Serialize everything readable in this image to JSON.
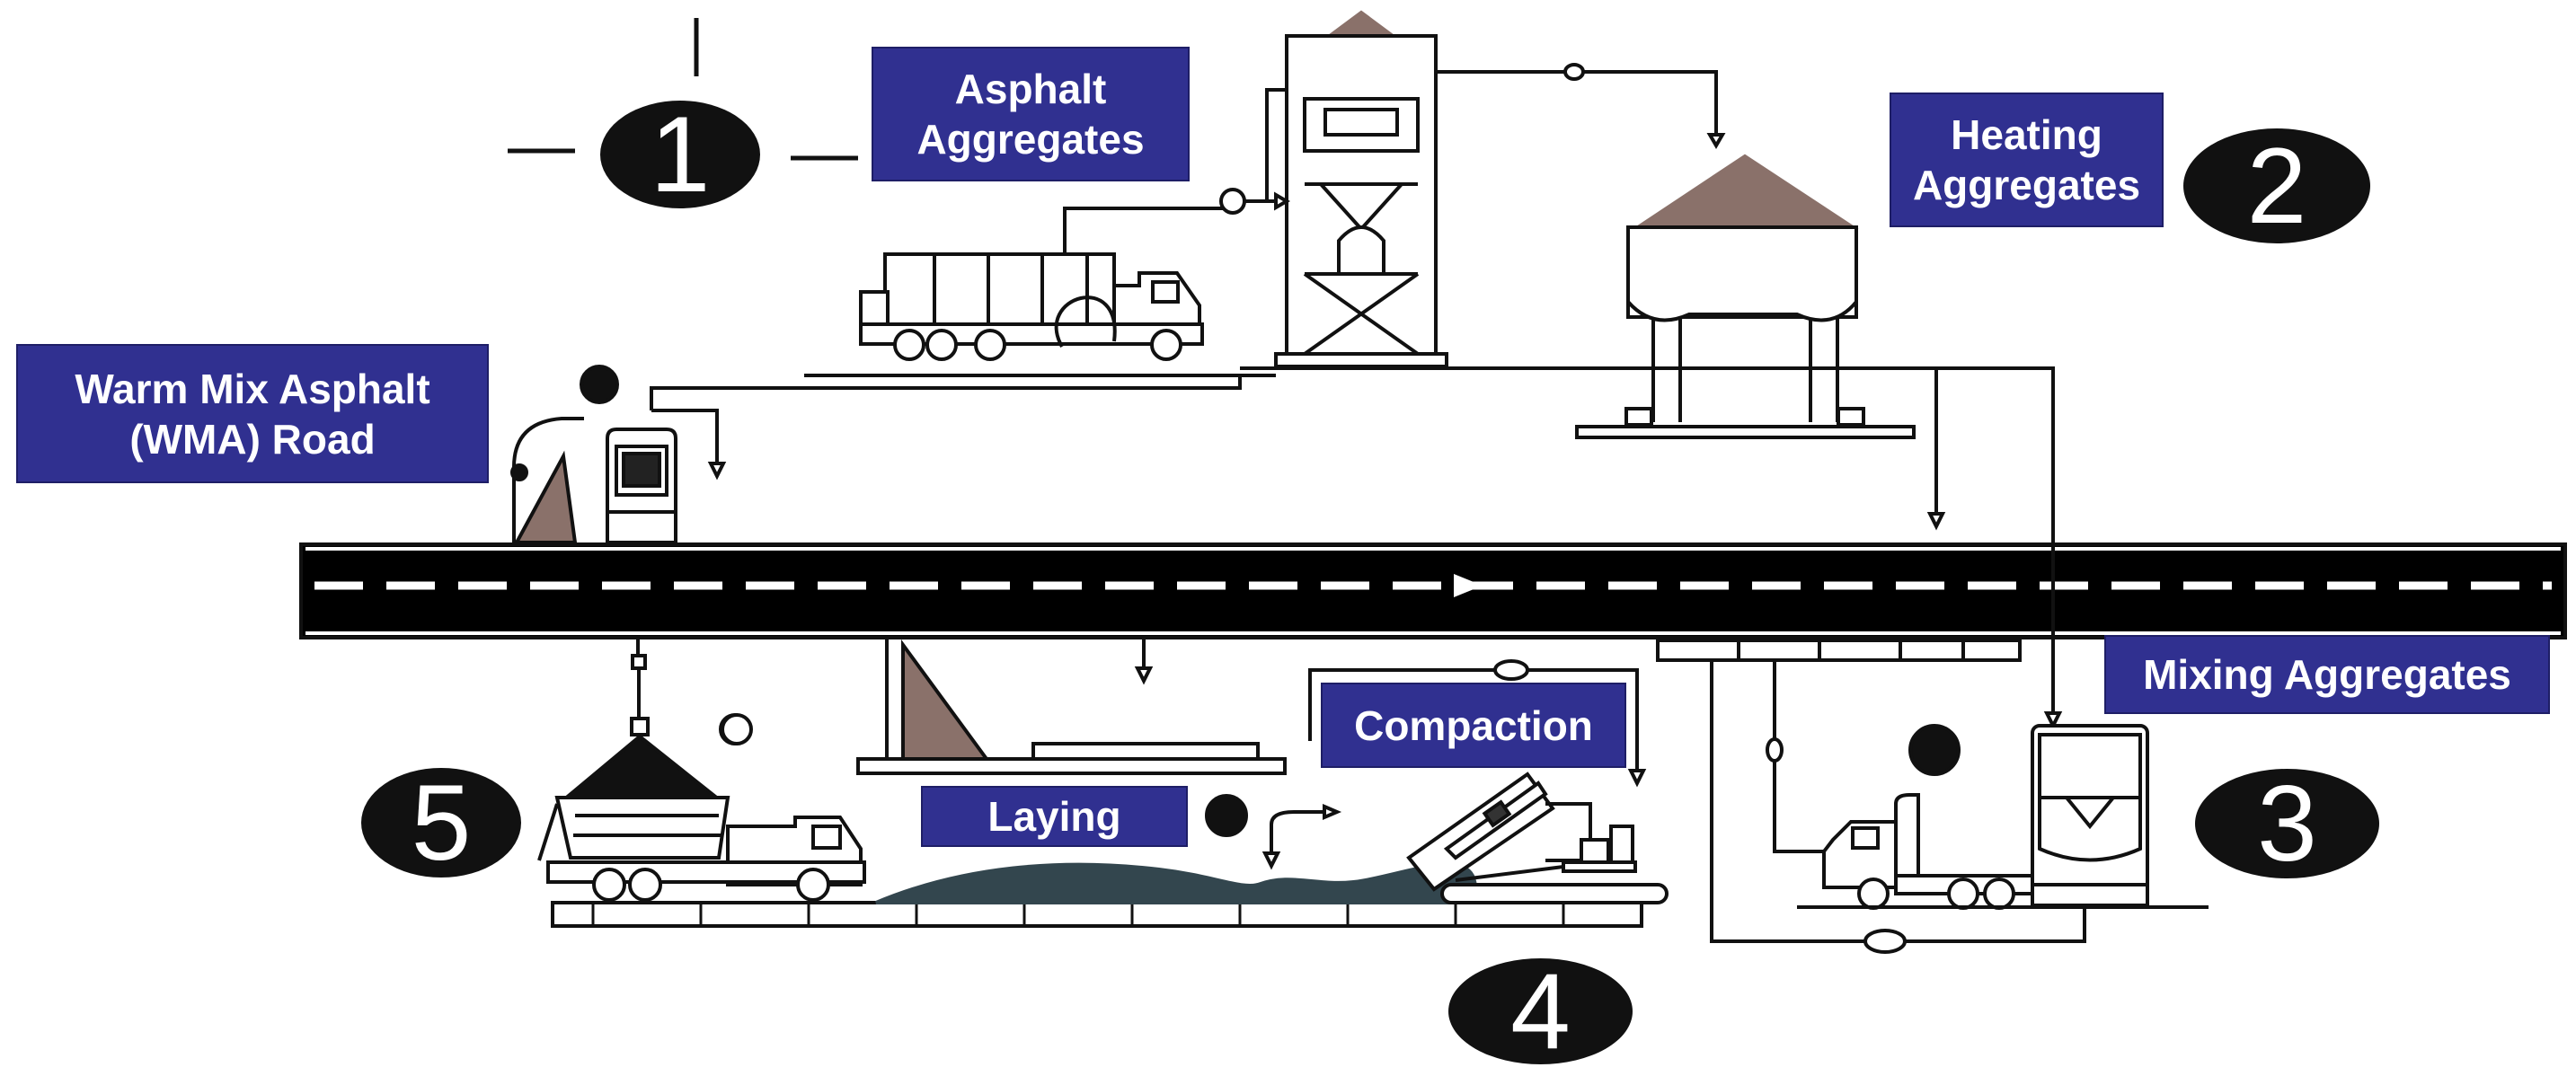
{
  "diagram": {
    "labels": {
      "asphalt_aggregates": "Asphalt\nAggregates",
      "heating_aggregates": "Heating\nAggregates",
      "wma_road": "Warm Mix Asphalt\n(WMA) Road",
      "mixing_aggregates": "Mixing Aggregates",
      "compaction": "Compaction",
      "laying": "Laying"
    },
    "steps": {
      "one": "1",
      "two": "2",
      "three": "3",
      "four": "4",
      "five": "5"
    }
  },
  "colors": {
    "label_bg": "#303090",
    "road": "#000000",
    "aggregate_brown": "#8a716a",
    "asphalt_mound": "#33464e",
    "step_circle": "#111111"
  }
}
